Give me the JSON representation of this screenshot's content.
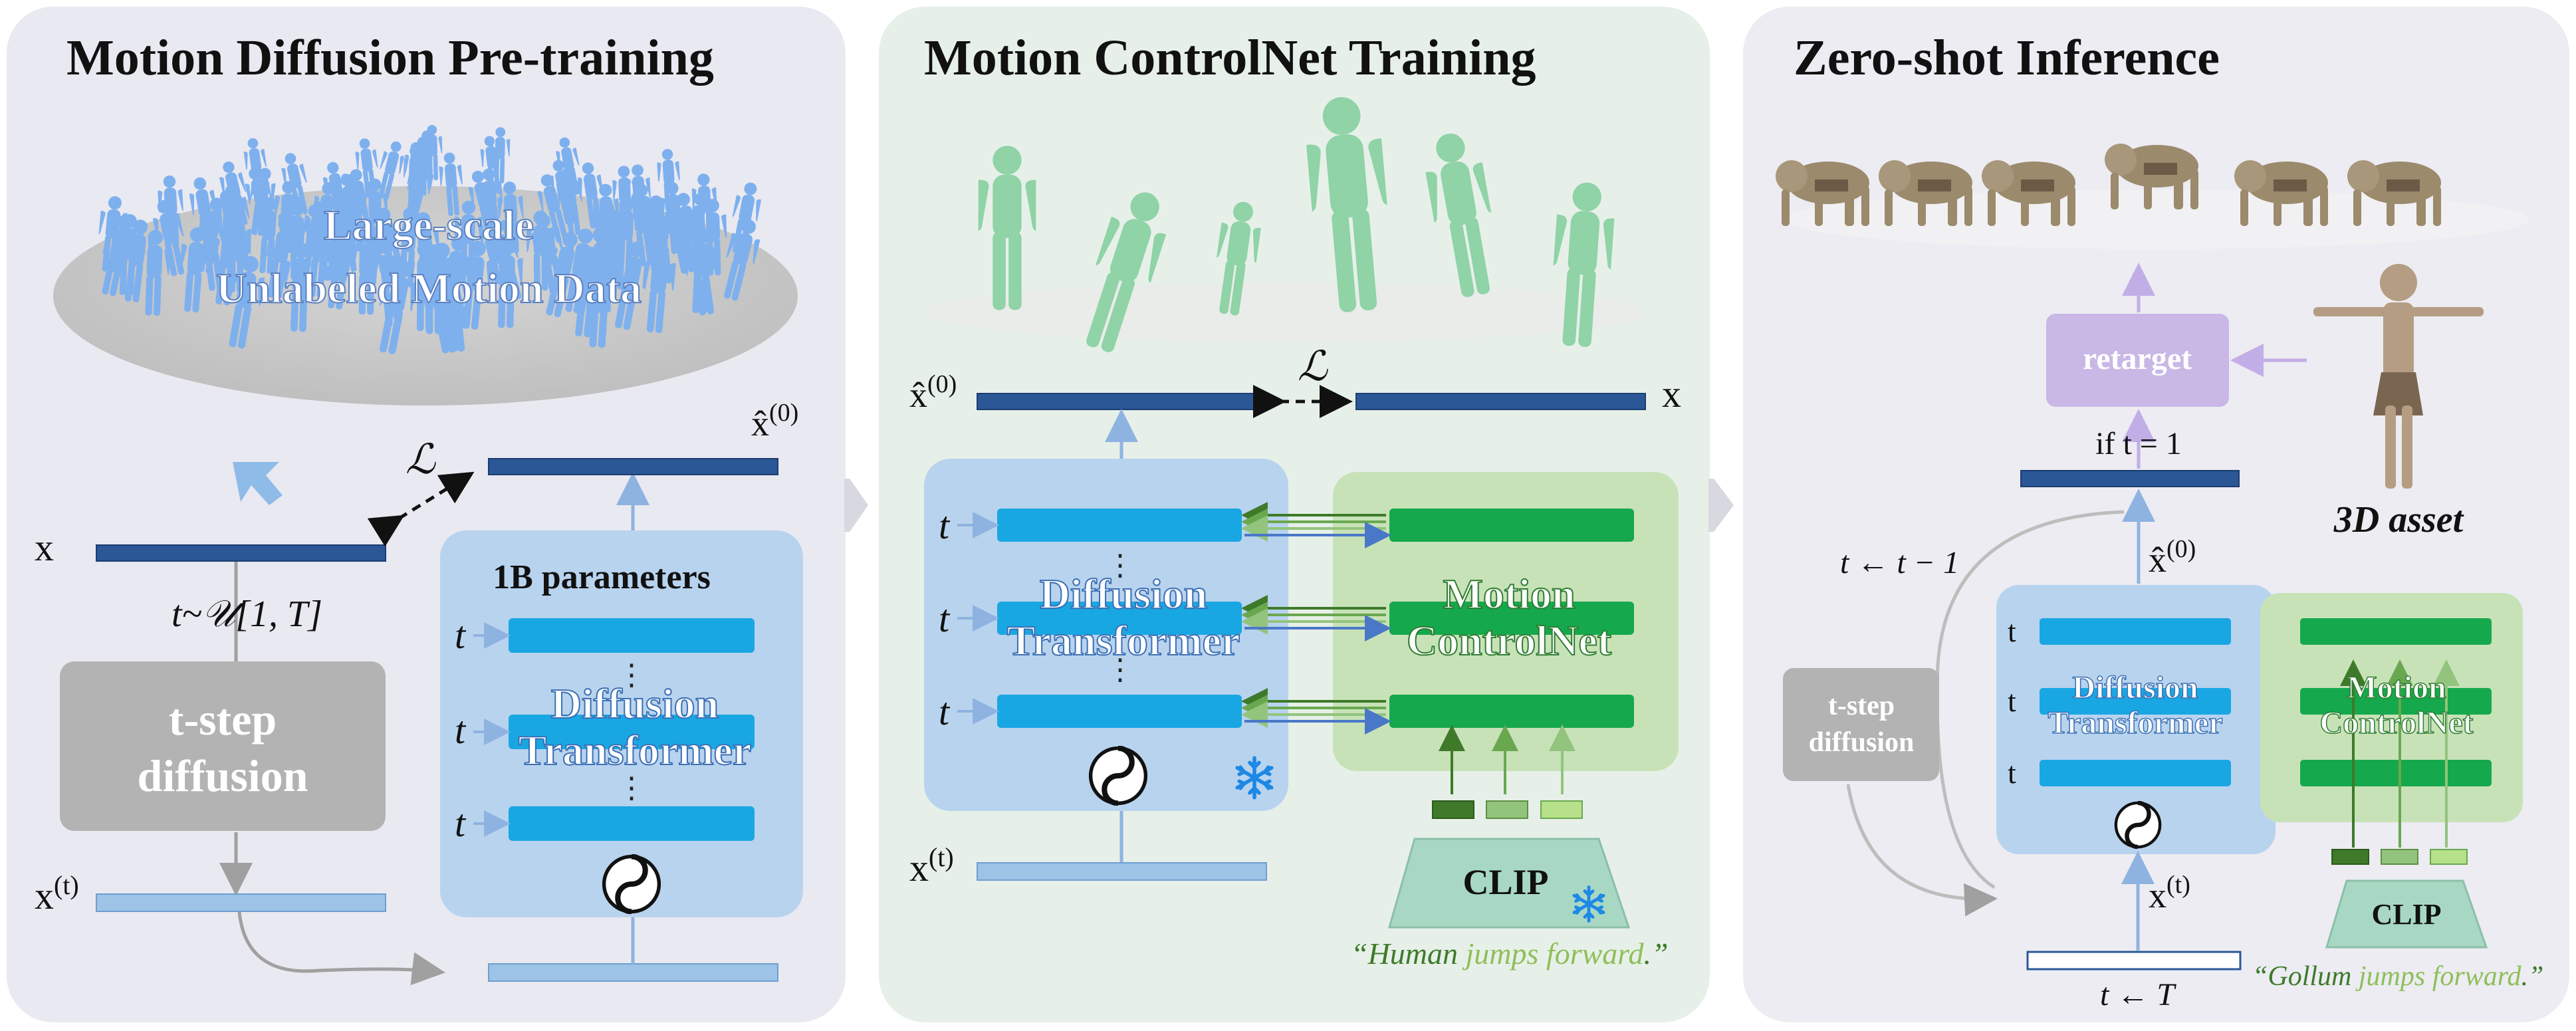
{
  "panels": [
    {
      "title": "Motion Diffusion Pre-training"
    },
    {
      "title": "Motion ControlNet Training"
    },
    {
      "title": "Zero-shot Inference"
    }
  ],
  "pretrain": {
    "data_line1": "Large-scale",
    "data_line2": "Unlabeled Motion Data",
    "x": "x",
    "sample_t": "t~𝒰[1, T]",
    "diffusion_line1": "t-step",
    "diffusion_line2": "diffusion",
    "xt": "x",
    "xt_sup": "(t)",
    "loss": "ℒ",
    "xhat": "x̂",
    "xhat_sup": "(0)",
    "params": "1B parameters",
    "t": "t",
    "transformer_line1": "Diffusion",
    "transformer_line2": "Transformer",
    "dots": "⋮"
  },
  "controlnet": {
    "xhat": "x̂",
    "xhat_sup": "(0)",
    "loss": "ℒ",
    "x": "x",
    "t": "t",
    "transformer_line1": "Diffusion",
    "transformer_line2": "Transformer",
    "cn_line1": "Motion",
    "cn_line2": "ControlNet",
    "xt": "x",
    "xt_sup": "(t)",
    "clip": "CLIP",
    "caption_q1": "“Human ",
    "caption_mid": "jumps forward",
    "caption_q2": ".”",
    "dots": "⋮"
  },
  "inference": {
    "retarget": "retarget",
    "asset": "3D asset",
    "if_t": "if t = 1",
    "xhat": "x̂",
    "xhat_sup": "(0)",
    "t_update": "t ← t − 1",
    "diffusion_line1": "t-step",
    "diffusion_line2": "diffusion",
    "t": "t",
    "transformer_line1": "Diffusion",
    "transformer_line2": "Transformer",
    "cn_line1": "Motion",
    "cn_line2": "ControlNet",
    "xt": "x",
    "xt_sup": "(t)",
    "clip": "CLIP",
    "t_init": "t ← T",
    "caption_q1": "“Gollum ",
    "caption_mid": "jumps forward",
    "caption_q2": ".”"
  },
  "colors": {
    "panel_pretrain": "#e9e9f1",
    "panel_controlnet": "#e6f0e8",
    "panel_inference": "#ececf2",
    "transformer_box": "#b8d3ee",
    "transformer_layer": "#19a7e3",
    "controlnet_box": "#c8e2b8",
    "controlnet_layer": "#16a84c",
    "latent_dark": "#2b5797",
    "latent_light": "#9dc3e6",
    "diffusion_box": "#b3b3b3",
    "retarget_box": "#c9b7e6",
    "clip_box": "#a8d8c4",
    "human_mesh": "#7eb0ee",
    "green_mesh": "#8fd3a7",
    "gollum": "#9b8a6c"
  }
}
